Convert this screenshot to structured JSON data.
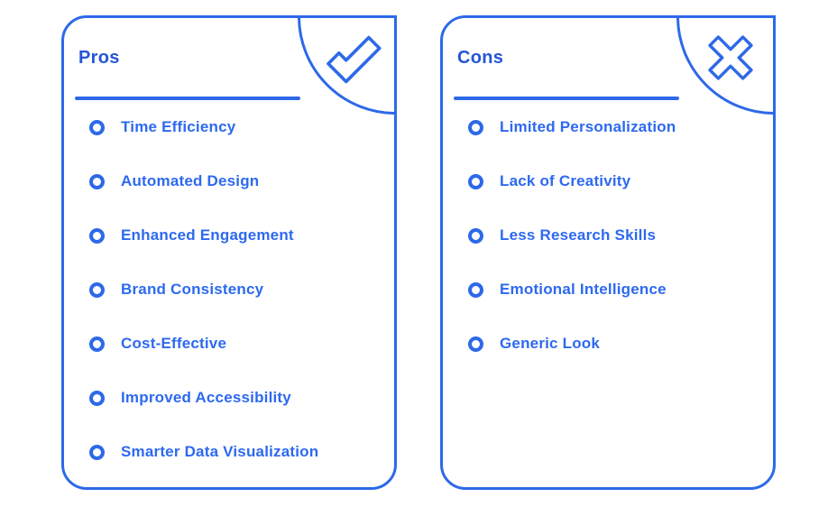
{
  "colors": {
    "accent": "#2d69e8",
    "title": "#2355d7",
    "item_text": "#2d69f0",
    "background": "#ffffff"
  },
  "cards": [
    {
      "title": "Pros",
      "icon": "check-icon",
      "items": [
        "Time Efficiency",
        "Automated Design",
        "Enhanced Engagement",
        "Brand Consistency",
        "Cost-Effective",
        "Improved Accessibility",
        "Smarter Data Visualization"
      ]
    },
    {
      "title": "Cons",
      "icon": "cross-icon",
      "items": [
        "Limited Personalization",
        "Lack of Creativity",
        "Less Research Skills",
        "Emotional Intelligence",
        "Generic Look"
      ]
    }
  ]
}
